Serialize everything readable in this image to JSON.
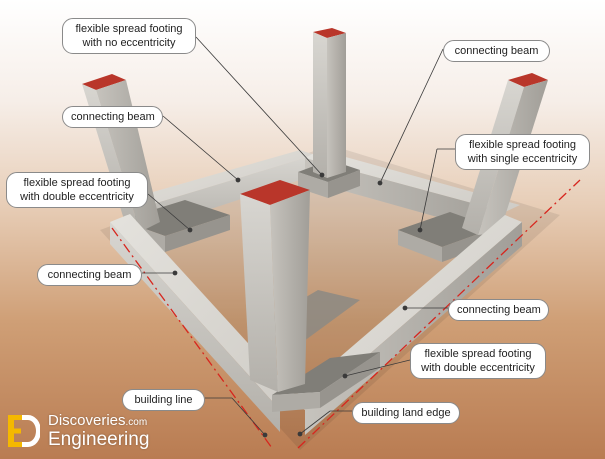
{
  "labels": {
    "footing_no_ecc": [
      "flexible spread footing",
      "with no eccentricity"
    ],
    "beam_top_right": "connecting beam",
    "beam_top_left": "connecting beam",
    "footing_single_ecc": [
      "flexible spread footing",
      "with single eccentricity"
    ],
    "footing_double_ecc_left": [
      "flexible spread footing",
      "with double eccentricity"
    ],
    "beam_left": "connecting beam",
    "beam_right": "connecting beam",
    "footing_double_ecc_right": [
      "flexible spread footing",
      "with double eccentricity"
    ],
    "building_line": "building line",
    "building_land_edge": "building land edge"
  },
  "logo": {
    "brand_top": "Discoveries",
    "brand_suffix": ".com",
    "brand_bottom": "Engineering",
    "mark_colors": {
      "e": "#f5b800",
      "d": "#ffffff"
    }
  },
  "colors": {
    "concrete_light": "#d9d7d2",
    "concrete_mid": "#bdbab3",
    "concrete_dark": "#8f8c86",
    "footing_top": "#7f7d77",
    "column_cap": "#b9362a",
    "dash_line": "#d7261e"
  }
}
